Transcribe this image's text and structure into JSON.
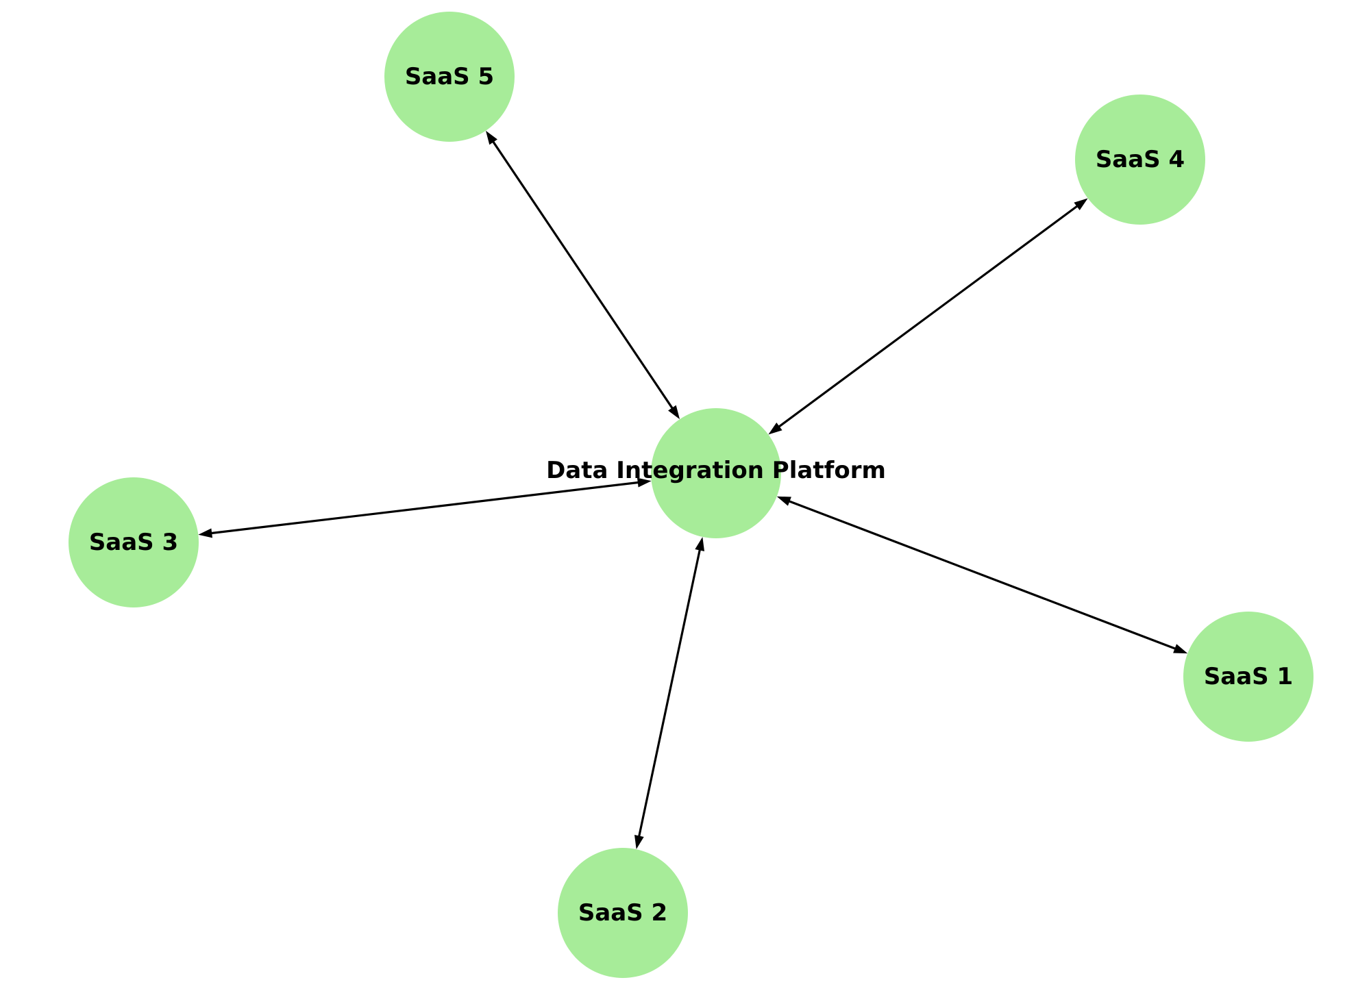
{
  "diagram": {
    "type": "star-network",
    "node_color": "#a7ec99",
    "edge_color": "#000000",
    "label_color": "#000000",
    "hub": {
      "id": "hub",
      "label": "Data Integration Platform"
    },
    "nodes": [
      {
        "id": "saas1",
        "label": "SaaS 1"
      },
      {
        "id": "saas2",
        "label": "SaaS 2"
      },
      {
        "id": "saas3",
        "label": "SaaS 3"
      },
      {
        "id": "saas4",
        "label": "SaaS 4"
      },
      {
        "id": "saas5",
        "label": "SaaS 5"
      }
    ],
    "edges": [
      {
        "from": "hub",
        "to": "saas1",
        "direction": "bidirectional"
      },
      {
        "from": "hub",
        "to": "saas2",
        "direction": "bidirectional"
      },
      {
        "from": "hub",
        "to": "saas3",
        "direction": "bidirectional"
      },
      {
        "from": "hub",
        "to": "saas4",
        "direction": "bidirectional"
      },
      {
        "from": "hub",
        "to": "saas5",
        "direction": "bidirectional"
      }
    ]
  }
}
